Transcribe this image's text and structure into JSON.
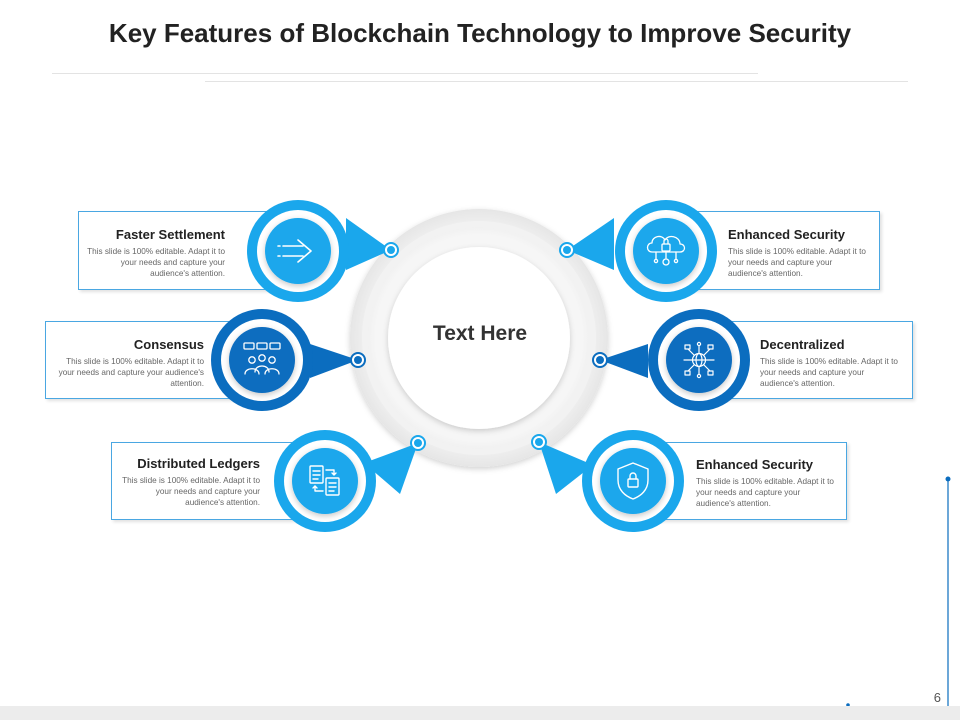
{
  "title": "Key Features of Blockchain Technology to Improve Security",
  "center_label": "Text Here",
  "page_number": "6",
  "colors": {
    "light_blue": "#1aa7ec",
    "dark_blue": "#0b6dbf",
    "ring_gray": "#eeeeee"
  },
  "features": [
    {
      "title": "Faster Settlement",
      "description": "This slide is 100% editable. Adapt it to your needs and capture your audience's attention.",
      "icon": "arrow-transfer-icon",
      "color": "light"
    },
    {
      "title": "Consensus",
      "description": "This slide is 100% editable. Adapt it to your needs and capture your audience's attention.",
      "icon": "consensus-group-icon",
      "color": "dark"
    },
    {
      "title": "Distributed Ledgers",
      "description": "This slide is 100% editable. Adapt it to your needs and capture your audience's attention.",
      "icon": "ledger-documents-icon",
      "color": "light"
    },
    {
      "title": "Enhanced Security",
      "description": "This slide is 100% editable. Adapt it to your needs and capture your audience's attention.",
      "icon": "cloud-security-icon",
      "color": "light"
    },
    {
      "title": "Decentralized",
      "description": "This slide is 100% editable. Adapt it to your needs and capture your audience's attention.",
      "icon": "network-globe-icon",
      "color": "dark"
    },
    {
      "title": "Enhanced Security",
      "description": "This slide is 100% editable. Adapt it to your needs and capture your audience's attention.",
      "icon": "shield-lock-icon",
      "color": "light"
    }
  ]
}
